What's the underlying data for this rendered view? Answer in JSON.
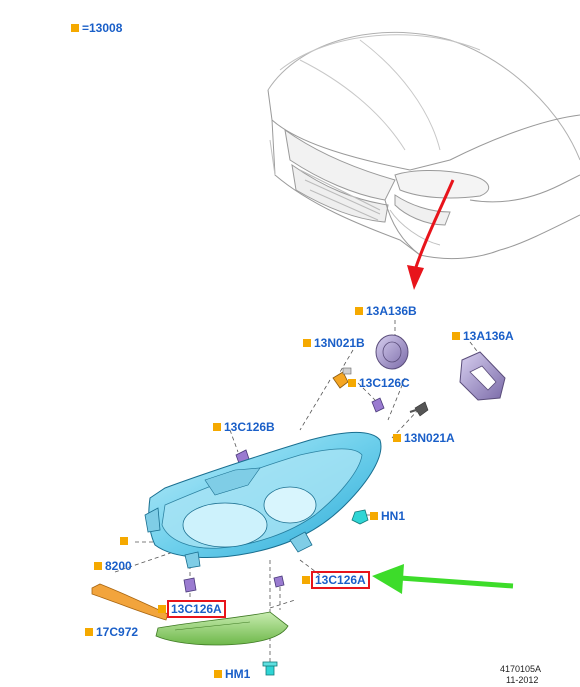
{
  "callouts": {
    "main": "=13008",
    "p13A136B": "13A136B",
    "p13N021B": "13N021B",
    "p13A136A": "13A136A",
    "p13C126C": "13C126C",
    "p13C126B": "13C126B",
    "p13N021A": "13N021A",
    "pHN1": "HN1",
    "pBlank": "",
    "p8200": "8200",
    "p13C126A_left": "13C126A",
    "p13C126A_right": "13C126A",
    "p17C972": "17C972",
    "pHM1": "HM1"
  },
  "footer": {
    "ref": "4170105A",
    "date": "11-2012"
  },
  "colors": {
    "callout_text": "#1a5fc8",
    "callout_square": "#f5a900",
    "highlight_box": "#e8141b",
    "red_arrow": "#e8141b",
    "green_arrow": "#3ddc2a",
    "headlamp": "#6fd0ec",
    "bracket": "#8fcf6a",
    "reflector": "#f2a43c"
  }
}
